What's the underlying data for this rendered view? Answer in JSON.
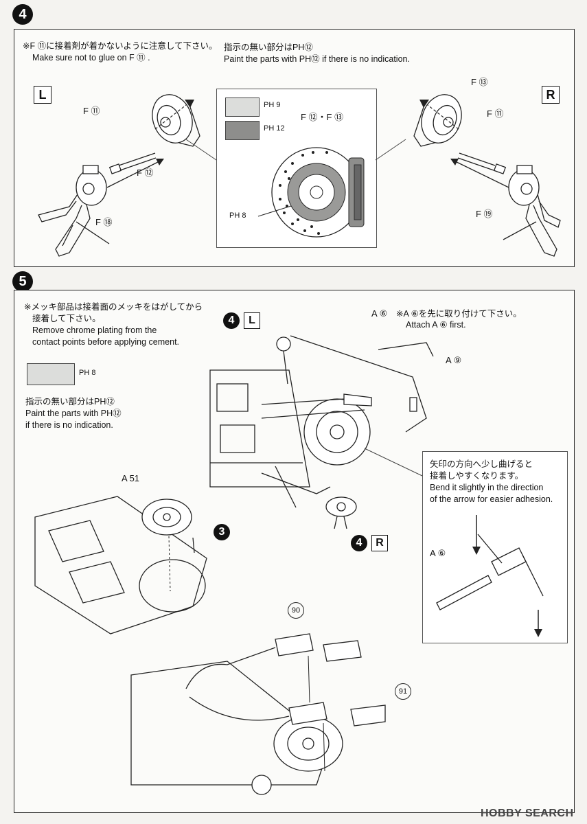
{
  "step4": {
    "number": "4",
    "note_jp": "※F ⑪に接着剤が着かないように注意して下さい。",
    "note_en": "Make sure not to glue on F ⑪ .",
    "paint_jp": "指示の無い部分はPH⑫",
    "paint_en": "Paint the parts with PH⑫ if there is no indication.",
    "left_tag": "L",
    "right_tag": "R",
    "left_parts": {
      "f11": "F ⑪",
      "f12": "F ⑫",
      "f18": "F ⑱"
    },
    "right_parts": {
      "f13": "F ⑬",
      "f11": "F ⑪",
      "f19": "F ⑲"
    },
    "inset": {
      "swatch1_label": "PH 9",
      "swatch2_label": "PH 12",
      "disc_label": "F ⑫・F ⑬",
      "disc_paint": "PH 8",
      "swatch1_color": "#dcdddb",
      "swatch2_color": "#8e8e8c"
    }
  },
  "step5": {
    "number": "5",
    "note_jp_1": "※メッキ部品は接着面のメッキをはがしてから",
    "note_jp_2": "接着して下さい。",
    "note_en_1": "Remove chrome plating from the",
    "note_en_2": "contact points before applying cement.",
    "swatch_label": "PH 8",
    "swatch_color": "#dcdddb",
    "paint_jp": "指示の無い部分はPH⑫",
    "paint_en_1": "Paint the parts with PH⑫",
    "paint_en_2": "if there is no indication.",
    "ref_step_left": "4",
    "ref_tag_left": "L",
    "ref_step_right": "4",
    "ref_tag_right": "R",
    "a6_top": "A ⑥",
    "a6_note_jp": "※A ⑥を先に取り付けて下さい。",
    "a6_note_en": "Attach A ⑥ first.",
    "a9": "A ⑨",
    "a51": "A 51",
    "step3_ref": "3",
    "bend_jp_1": "矢印の方向へ少し曲げると",
    "bend_jp_2": "接着しやすくなります。",
    "bend_en_1": "Bend it slightly in the direction",
    "bend_en_2": "of the arrow for easier adhesion.",
    "bend_part": "A ⑥",
    "part90": "90",
    "part91": "91"
  },
  "watermark": "HOBBY SEARCH"
}
